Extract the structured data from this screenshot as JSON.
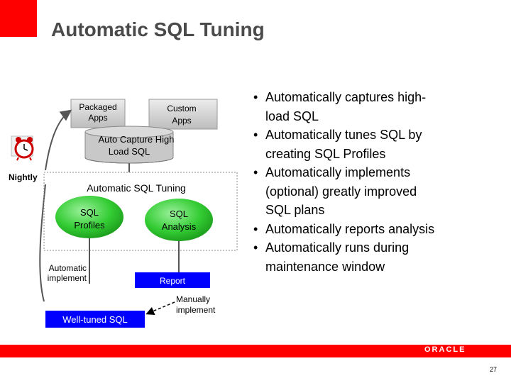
{
  "slide": {
    "title": "Automatic SQL Tuning",
    "page_number": "27",
    "logo_text": "ORACLE"
  },
  "diagram": {
    "packaged_apps": [
      "Packaged",
      "Apps"
    ],
    "custom_apps": [
      "Custom",
      "Apps"
    ],
    "capture_db": [
      "Auto Capture  High",
      "Load SQL"
    ],
    "nightly": "Nightly",
    "tuning_box_label": "Automatic SQL Tuning",
    "sql_profiles": [
      "SQL",
      "Profiles"
    ],
    "sql_analysis": [
      "SQL",
      "Analysis"
    ],
    "automatic_implement": [
      "Automatic",
      "implement"
    ],
    "report": "Report",
    "manually_implement": [
      "Manually",
      "implement"
    ],
    "well_tuned": "Well-tuned SQL",
    "colors": {
      "green": "#33cc33",
      "blue": "#0000ff",
      "red": "#ff0000",
      "db_gray": "#c8c8c8",
      "app_gray": "#d0d0d0"
    }
  },
  "bullets": [
    [
      "Automatically captures high-",
      "load SQL"
    ],
    [
      "Automatically tunes SQL by",
      "creating SQL Profiles"
    ],
    [
      "Automatically implements",
      "(optional) greatly improved",
      "SQL plans"
    ],
    [
      "Automatically reports analysis"
    ],
    [
      "Automatically runs during",
      "maintenance window"
    ]
  ],
  "icons": {
    "clock": "alarm-clock-icon"
  }
}
